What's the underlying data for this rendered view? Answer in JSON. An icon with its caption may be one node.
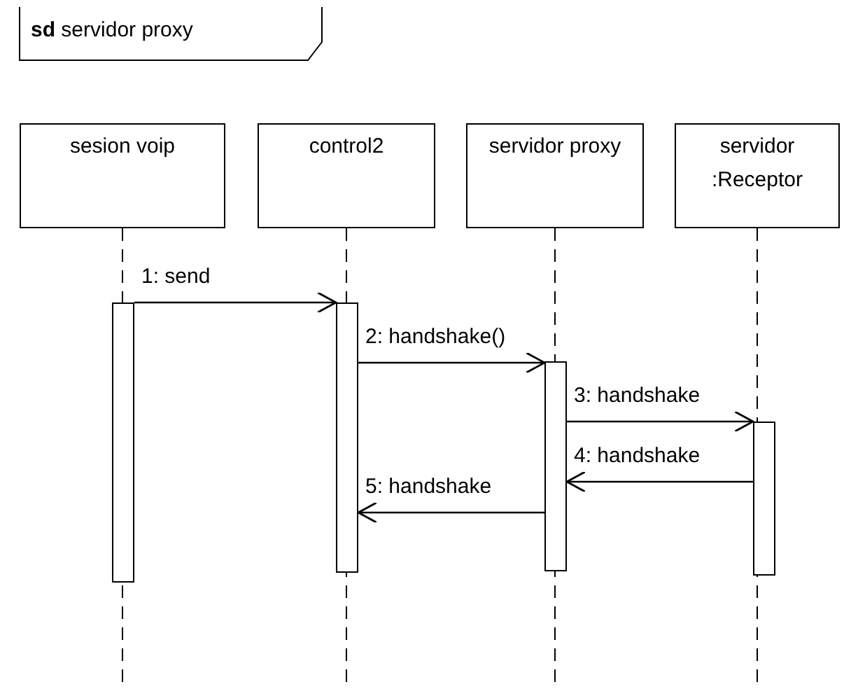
{
  "diagram": {
    "title": "**sd** servidor proxy",
    "nodes": [
      {
        "text": [
          "sesion voip"
        ]
      },
      {
        "text": [
          "control2"
        ]
      },
      {
        "text": [
          "servidor proxy"
        ]
      },
      {
        "text": [
          "servidor :Receptor"
        ]
      },
      {
        "text": [],
        "shape": "bar"
      },
      {
        "text": [],
        "shape": "bar"
      },
      {
        "text": [],
        "shape": "bar"
      },
      {
        "text": [],
        "shape": "bar"
      }
    ],
    "edges": [
      {
        "from": 4,
        "to": 5,
        "arrow": "to",
        "label": "1: send"
      },
      {
        "from": 5,
        "to": 6,
        "arrow": "to",
        "label": "2: handshake()"
      },
      {
        "from": 6,
        "to": 7,
        "arrow": "to",
        "label": "3: handshake"
      },
      {
        "from": 7,
        "to": 6,
        "arrow": "to",
        "label": "4: handshake"
      },
      {
        "from": 6,
        "to": 5,
        "arrow": "to",
        "label": "5: handshake"
      }
    ]
  }
}
